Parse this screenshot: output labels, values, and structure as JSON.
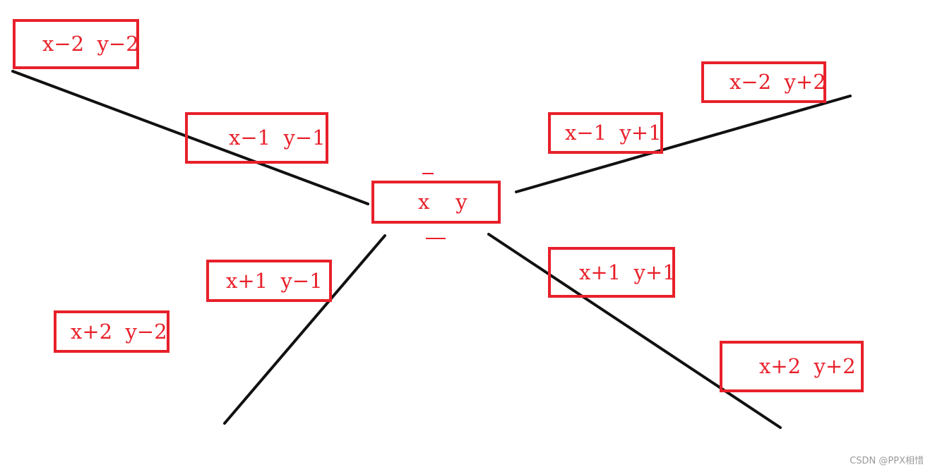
{
  "colors": {
    "box_border": "#e8202a",
    "label_text": "#e8202a",
    "line": "#111111",
    "background": "#ffffff",
    "watermark": "#9a9a9a"
  },
  "cells": {
    "up2_left2": "x−2  y−2",
    "up1_left1": "x−1  y−1",
    "center": "x    y",
    "up1_right1": "x−1  y+1",
    "up2_right2": "x−2  y+2",
    "down1_left1": "x+1  y−1",
    "down2_left2": "x+2  y−2",
    "down1_right1": "x+1  y+1",
    "down2_right2": "x+2  y+2"
  },
  "watermark": "CSDN @PPX相惜"
}
